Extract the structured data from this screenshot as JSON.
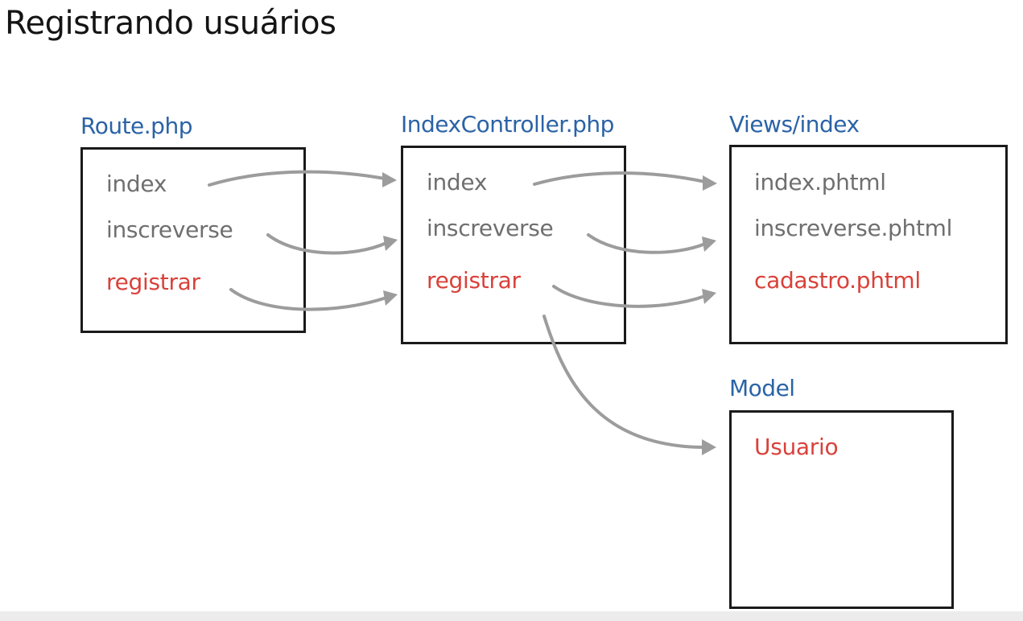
{
  "title": "Registrando usuários",
  "route": {
    "title": "Route.php",
    "items": [
      "index",
      "inscreverse",
      "registrar"
    ]
  },
  "controller": {
    "title": "IndexController.php",
    "items": [
      "index",
      "inscreverse",
      "registrar"
    ]
  },
  "views": {
    "title": "Views/index",
    "items": [
      "index.phtml",
      "inscreverse.phtml",
      "cadastro.phtml"
    ]
  },
  "model": {
    "title": "Model",
    "items": [
      "Usuario"
    ]
  },
  "colors": {
    "title": "#141414",
    "box_title": "#2b63a6",
    "item_default": "#6f6f6f",
    "item_highlight": "#d9413a",
    "arrow": "#9c9c9c",
    "box_border": "#1a1a1a"
  }
}
